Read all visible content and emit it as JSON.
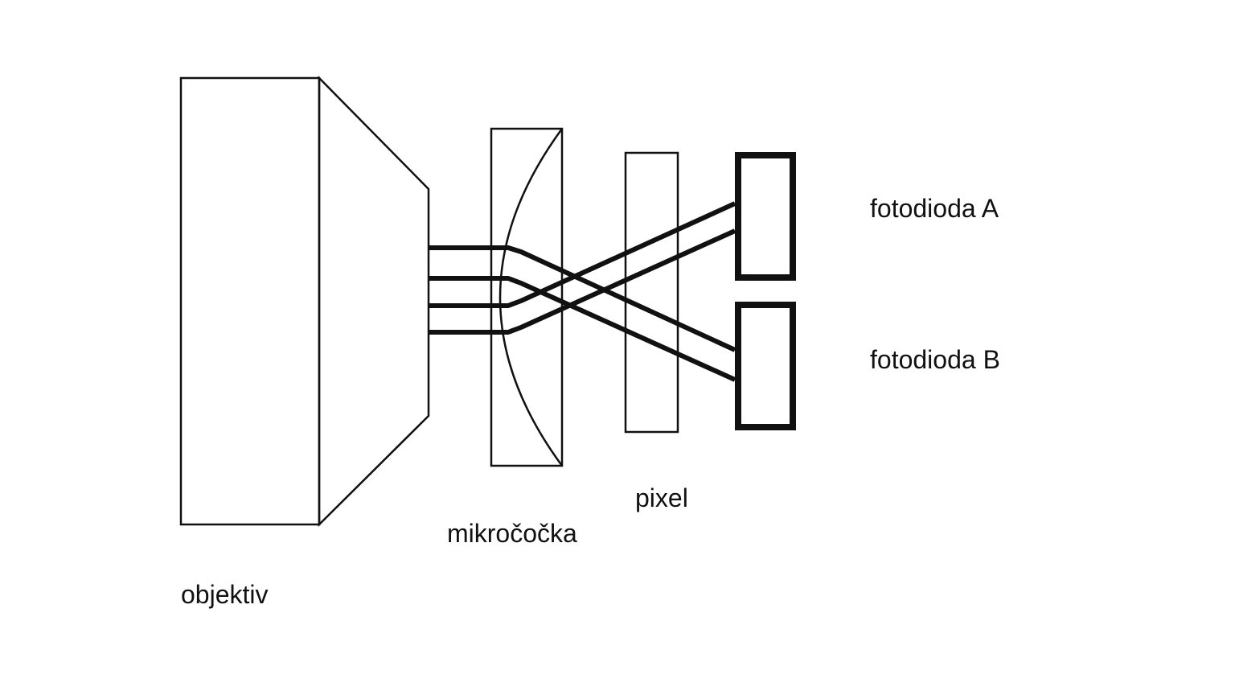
{
  "diagram": {
    "labels": {
      "objective": "objektiv",
      "microlens": "mikročočka",
      "pixel": "pixel",
      "photodiode_a": "fotodioda A",
      "photodiode_b": "fotodioda B"
    },
    "colors": {
      "stroke": "#111111",
      "background": "#ffffff"
    }
  }
}
